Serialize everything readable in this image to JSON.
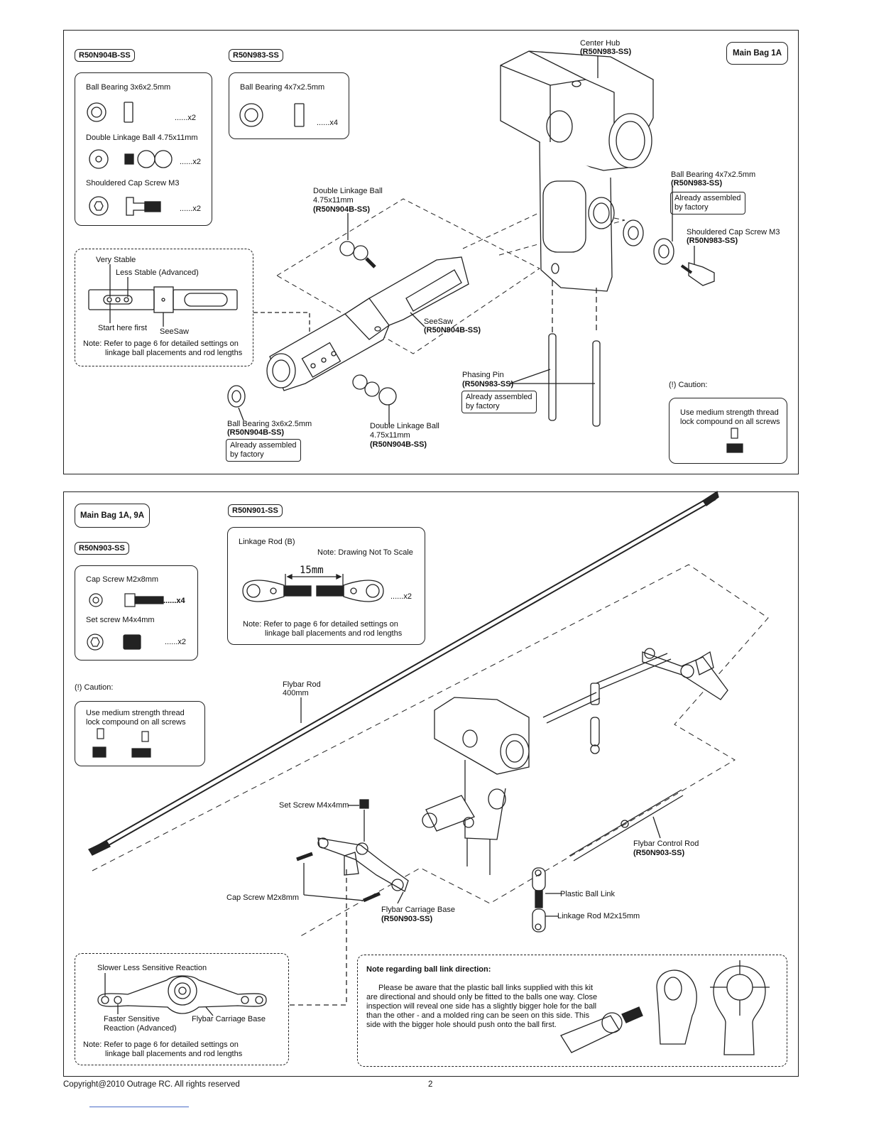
{
  "top": {
    "tag_left": "R50N904B-SS",
    "tag_mid": "R50N983-SS",
    "tag_right": "Main Bag 1A",
    "parts_left": [
      {
        "name": "Ball Bearing 3x6x2.5mm",
        "qty": "......x2"
      },
      {
        "name": "Double Linkage Ball 4.75x11mm",
        "qty": "......x2"
      },
      {
        "name": "Shouldered Cap Screw M3",
        "qty": "......x2"
      }
    ],
    "parts_mid": [
      {
        "name": "Ball Bearing 4x7x2.5mm",
        "qty": "......x4"
      }
    ],
    "seesaw_box": {
      "very_stable": "Very Stable",
      "less_stable": "Less Stable (Advanced)",
      "start_here": "Start here first",
      "seesaw": "SeeSaw",
      "note1": "Note: Refer to page 6 for detailed settings  on",
      "note2": "linkage ball placements and rod lengths"
    },
    "labels": {
      "center_hub": "Center Hub",
      "center_hub_code": "(R50N983-SS)",
      "bearing_right": "Ball Bearing 4x7x2.5mm",
      "bearing_right_code": "(R50N983-SS)",
      "already1": "Already assembled",
      "by_factory": "by factory",
      "shouldered": "Shouldered Cap Screw M3",
      "shouldered_code": "(R50N983-SS)",
      "dlb_top1": "Double Linkage Ball",
      "dlb_top2": "4.75x11mm",
      "dlb_top_code": "(R50N904B-SS)",
      "seesaw": "SeeSaw",
      "seesaw_code": "(R50N904B-SS)",
      "phasing": "Phasing Pin",
      "phasing_code": "(R50N983-SS)",
      "bb_bottom": "Ball Bearing 3x6x2.5mm",
      "bb_bottom_code": "(R50N904B-SS)",
      "dlb_bottom1": "Double Linkage Ball",
      "dlb_bottom2": "4.75x11mm",
      "dlb_bottom_code": "(R50N904B-SS)",
      "caution": "(!) Caution:",
      "caution_text1": "Use medium strength thread",
      "caution_text2": "lock compound on all screws"
    }
  },
  "bottom": {
    "tag_bag": "Main Bag 1A, 9A",
    "tag_901": "R50N901-SS",
    "tag_903": "R50N903-SS",
    "parts_903": [
      {
        "name": "Cap Screw M2x8mm",
        "qty": "......x4"
      },
      {
        "name": "Set screw M4x4mm",
        "qty": "......x2"
      }
    ],
    "rod_box": {
      "title": "Linkage Rod (B)",
      "scale_note": "Note: Drawing Not To Scale",
      "dimension": "15mm",
      "qty": "......x2",
      "note1": "Note: Refer to page 6 for detailed settings  on",
      "note2": "linkage ball placements and rod lengths"
    },
    "caution": "(!) Caution:",
    "caution_text1": "Use medium strength thread",
    "caution_text2": "lock compound on all screws",
    "labels": {
      "flybar_rod": "Flybar Rod",
      "flybar_len": "400mm",
      "set_screw": "Set Screw M4x4mm",
      "cap_screw": "Cap Screw M2x8mm",
      "carriage": "Flybar Carriage Base",
      "carriage_code": "(R50N903-SS)",
      "control_rod": "Flybar Control Rod",
      "control_code": "(R50N903-SS)",
      "ball_link": "Plastic Ball Link",
      "linkage_rod": "Linkage Rod M2x15mm"
    },
    "carriage_box": {
      "slower": "Slower Less Sensitive Reaction",
      "faster1": "Faster Sensitive",
      "faster2": "Reaction (Advanced)",
      "base": "Flybar Carriage Base",
      "note1": "Note: Refer to page 6 for detailed settings  on",
      "note2": "linkage ball placements and rod lengths"
    },
    "ball_note": {
      "title": "Note regarding ball link direction:",
      "lines": [
        "Please be aware that the plastic ball links supplied with this kit",
        "are directional and should only be fitted to the balls one way. Close",
        "inspection will reveal one side has a slightly bigger hole for the ball",
        "than the other - and a molded ring can be seen on this side. This",
        "side with the bigger hole should push onto the ball first."
      ]
    }
  },
  "footer": {
    "copyright": "Copyright@2010 Outrage RC. All rights reserved",
    "page": "2"
  }
}
